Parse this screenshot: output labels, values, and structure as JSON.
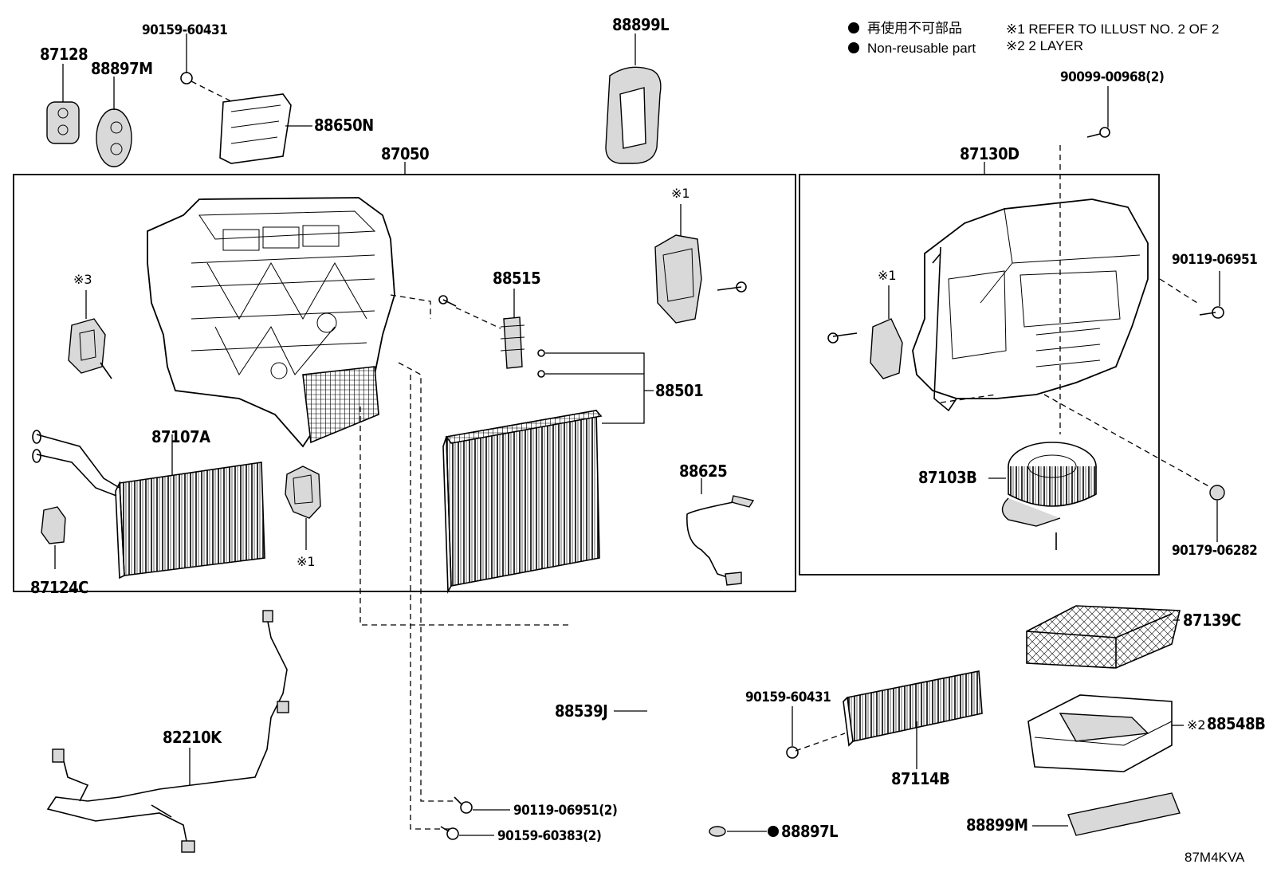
{
  "legend": {
    "jp_label": "再使用不可部品",
    "en_label": "Non-reusable part",
    "note1": "※1 REFER TO ILLUST NO. 2 OF 2",
    "note2": "※2 2 LAYER"
  },
  "diagram_id": "87M4KVA",
  "markers": {
    "m1": "※1",
    "m2": "※2",
    "m3": "※3"
  },
  "callouts": {
    "p87128": "87128",
    "p88897M": "88897M",
    "p90159_60431_top": "90159-60431",
    "p88650N": "88650N",
    "p88899L": "88899L",
    "p87050": "87050",
    "p87130D": "87130D",
    "p90099_00968": "90099-00968(2)",
    "p90119_06951_right": "90119-06951",
    "p88515": "88515",
    "p88501": "88501",
    "p87107A": "87107A",
    "p87124C": "87124C",
    "p88625": "88625",
    "p87103B": "87103B",
    "p90179_06282": "90179-06282",
    "p87139C": "87139C",
    "p88548B": "88548B",
    "p88899M": "88899M",
    "p90159_60431_mid": "90159-60431",
    "p87114B": "87114B",
    "p88539J": "88539J",
    "p82210K": "82210K",
    "p90119_06951_2": "90119-06951(2)",
    "p90159_60383_2": "90159-60383(2)",
    "p88897L": "88897L"
  }
}
